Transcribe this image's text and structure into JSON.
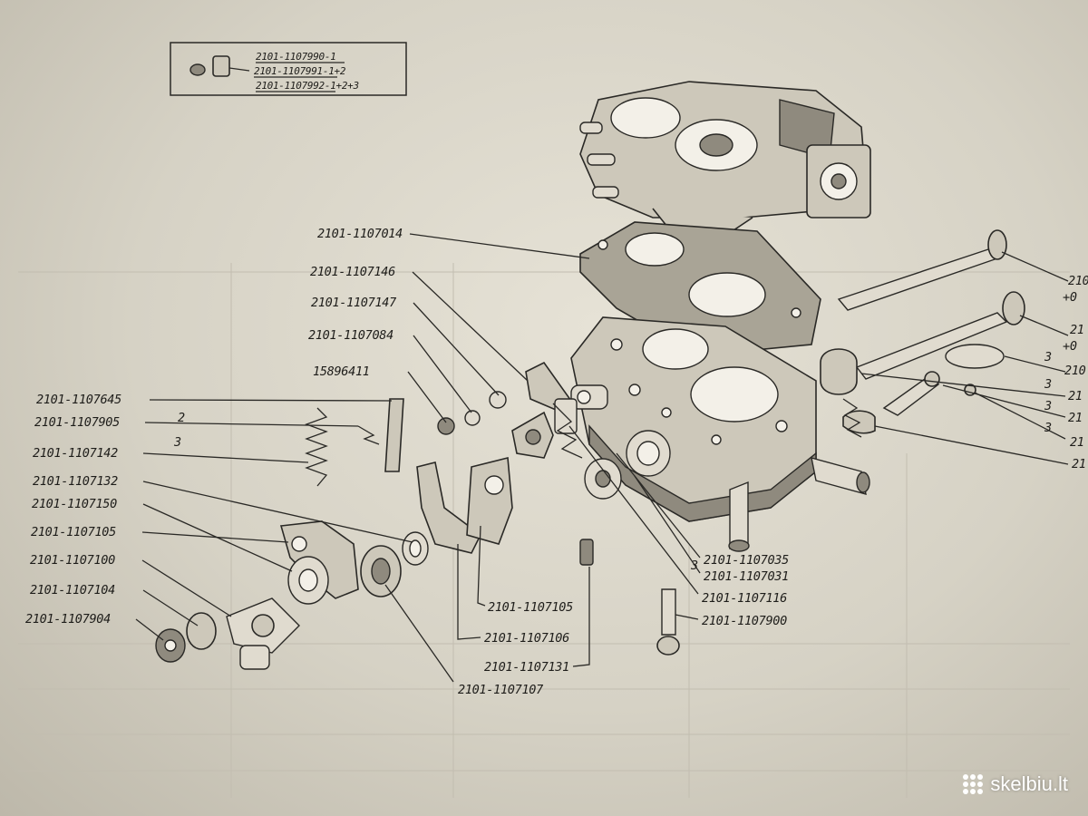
{
  "header_box": {
    "lines": [
      "2101-1107990-1",
      "2101-1107991-1+2",
      "2101-1107992-1+2+3"
    ]
  },
  "labels_left": [
    "2101-1107645",
    "2101-1107905",
    "2101-1107142",
    "2101-1107132",
    "2101-1107150",
    "2101-1107105",
    "2101-1107100",
    "2101-1107104",
    "2101-1107904"
  ],
  "labels_top": [
    "2101-1107014",
    "2101-1107146",
    "2101-1107147",
    "2101-1107084",
    "15896411"
  ],
  "labels_bottom": [
    "2101-1107035",
    "2101-1107031",
    "2101-1107116",
    "2101-1107900",
    "2101-1107105",
    "2101-1107106",
    "2101-1107131",
    "2101-1107107"
  ],
  "labels_right_cut": [
    "210",
    "+0",
    "21",
    "+0",
    "210",
    "21",
    "21",
    "21",
    "21"
  ],
  "small_numbers": [
    "2",
    "3",
    "3",
    "3",
    "3",
    "3",
    "3"
  ],
  "watermark": "skelbiu.lt"
}
